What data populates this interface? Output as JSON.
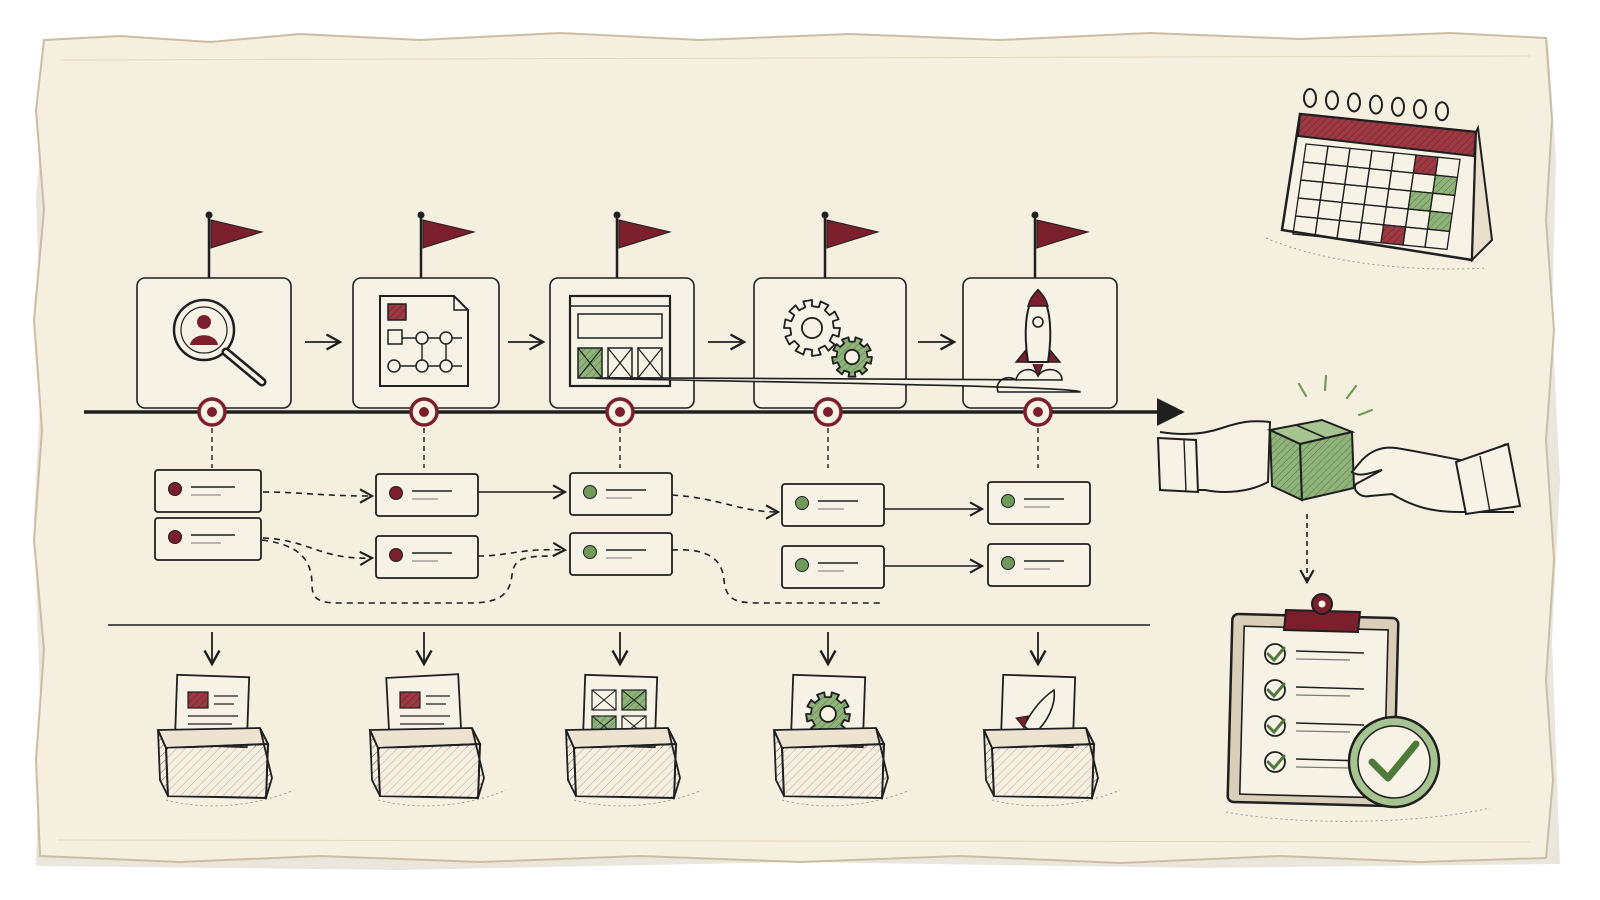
{
  "colors": {
    "paper": "#f5efe0",
    "paper_edge": "#e6dcc6",
    "ink": "#1f1f1f",
    "accent_red": "#7a1f2b",
    "accent_green": "#6f9a58",
    "box_fill": "#f7f2e6"
  },
  "stages": [
    {
      "icon": "search-user-icon",
      "status": "red"
    },
    {
      "icon": "flowchart-document-icon",
      "status": "red"
    },
    {
      "icon": "wireframe-icon",
      "status": "green"
    },
    {
      "icon": "gears-icon",
      "status": "green"
    },
    {
      "icon": "rocket-icon",
      "status": "green"
    }
  ],
  "side_items": [
    {
      "icon": "calendar-icon"
    },
    {
      "icon": "package-handoff-icon"
    },
    {
      "icon": "checklist-clipboard-icon"
    }
  ]
}
